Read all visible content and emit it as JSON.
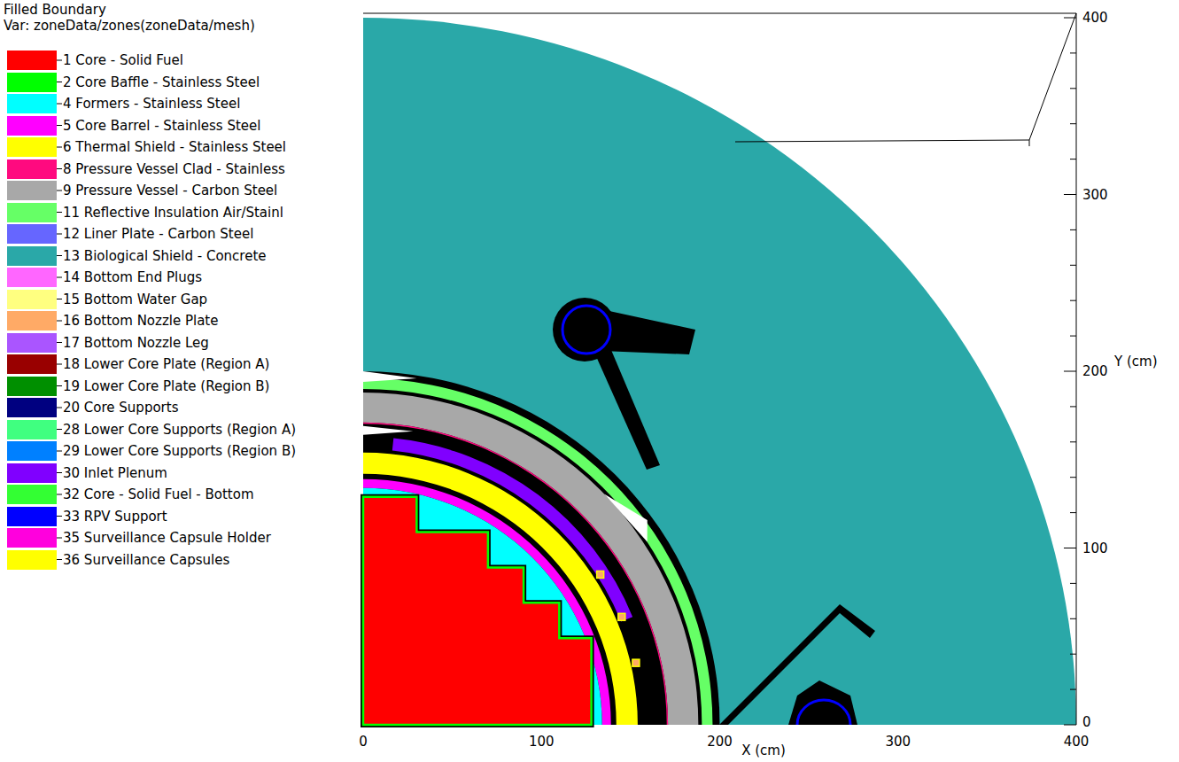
{
  "diagram": {
    "title": "Filled Boundary",
    "labels": [
      "Var: zoneData/zones(zoneData/mesh)",
      "0",
      "100",
      "200",
      "300",
      "400",
      "X (cm)",
      "0",
      "100",
      "200",
      "300",
      "400",
      "Y (cm)"
    ],
    "legend": [
      {
        "text": "1 Core - Solid Fuel",
        "color": "#ff0000"
      },
      {
        "text": "2 Core Baffle - Stainless Steel",
        "color": "#00ff00"
      },
      {
        "text": "4 Formers - Stainless Steel",
        "color": "#00ffff"
      },
      {
        "text": "5 Core Barrel - Stainless Steel",
        "color": "#ff00ff"
      },
      {
        "text": "6 Thermal Shield - Stainless Steel",
        "color": "#ffff00"
      },
      {
        "text": "8 Pressure Vessel Clad - Stainless",
        "color": "#ff0a7f"
      },
      {
        "text": "9 Pressure Vessel - Carbon Steel",
        "color": "#a8a8a8"
      },
      {
        "text": "11 Reflective Insulation Air/Stainl",
        "color": "#66ff66"
      },
      {
        "text": "12 Liner Plate - Carbon Steel",
        "color": "#6666ff"
      },
      {
        "text": "13 Biological Shield - Concrete",
        "color": "#2aa8a8"
      },
      {
        "text": "14 Bottom End Plugs",
        "color": "#ff66ff"
      },
      {
        "text": "15 Bottom Water Gap",
        "color": "#ffff80"
      },
      {
        "text": "16 Bottom Nozzle Plate",
        "color": "#ffaa66"
      },
      {
        "text": "17 Bottom Nozzle Leg",
        "color": "#aa55ff"
      },
      {
        "text": "18 Lower Core Plate (Region A)",
        "color": "#990000"
      },
      {
        "text": "19 Lower Core Plate (Region B)",
        "color": "#008f00"
      },
      {
        "text": "20 Core Supports",
        "color": "#000080"
      },
      {
        "text": "28 Lower Core Supports (Region A)",
        "color": "#40ff80"
      },
      {
        "text": "29 Lower Core Supports (Region B)",
        "color": "#0080ff"
      },
      {
        "text": "30 Inlet Plenum",
        "color": "#8000ff"
      },
      {
        "text": "32 Core - Solid Fuel - Bottom",
        "color": "#33ff33"
      },
      {
        "text": "33 RPV Support",
        "color": "#0000ff"
      },
      {
        "text": "35 Surveillance Capsule Holder",
        "color": "#ff00dd"
      },
      {
        "text": "36 Surveillance Capsules",
        "color": "#ffff00"
      }
    ]
  }
}
